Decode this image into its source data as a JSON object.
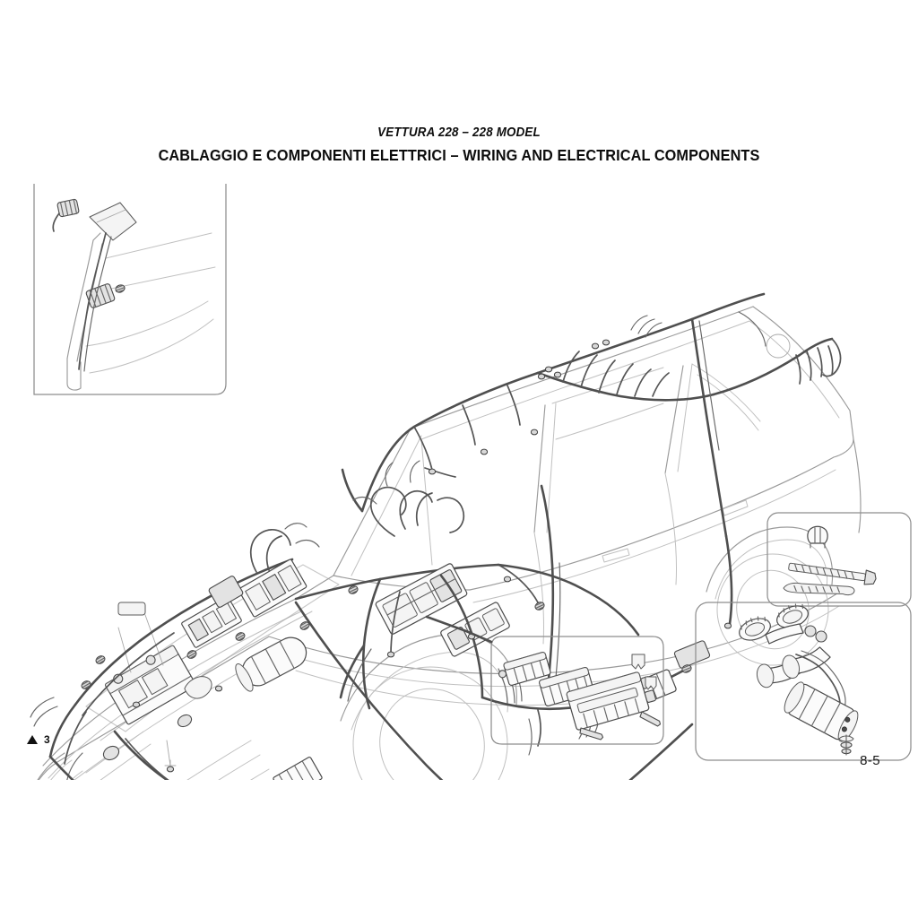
{
  "document": {
    "manual_type": "automotive-service-manual",
    "page_number": "8-5",
    "revision_marker": "3"
  },
  "header": {
    "model_line": "VETTURA 228  –  228 MODEL",
    "section_title": "CABLAGGIO E COMPONENTI ELETTRICI  –  WIRING AND ELECTRICAL COMPONENTS"
  },
  "figure": {
    "caption": "",
    "description": "Isometric cutaway line drawing of a four-door sedan body showing the complete vehicle wiring harness routing",
    "main_view": {
      "name": "vehicle-harness-overview",
      "regions": [
        "engine-bay-harness",
        "front-bumper-harness",
        "dashboard-harness",
        "roof-and-pillar-harness",
        "rear-parcel-shelf-harness",
        "door-and-sill-harness"
      ]
    },
    "insets": [
      {
        "id": "inset-pillar-detail",
        "position": "top-left",
        "description": "A-pillar connector and grommet detail"
      },
      {
        "id": "inset-fasteners",
        "position": "right-upper",
        "description": "Cable ties, harness clamp and mounting bolt"
      },
      {
        "id": "inset-relay-connectors",
        "position": "bottom-center",
        "description": "Multi-pin relay and fuse block connectors with terminals"
      },
      {
        "id": "inset-air-horns",
        "position": "bottom-right",
        "description": "Twin air horn trumpets with compressor and mounting hardware"
      }
    ]
  },
  "colors": {
    "ink": "#2b2b2b",
    "ink_light": "#8d8d8d",
    "ink_faint": "#bdbdbd",
    "paper": "#ffffff",
    "harness": "#5a5a5a"
  }
}
